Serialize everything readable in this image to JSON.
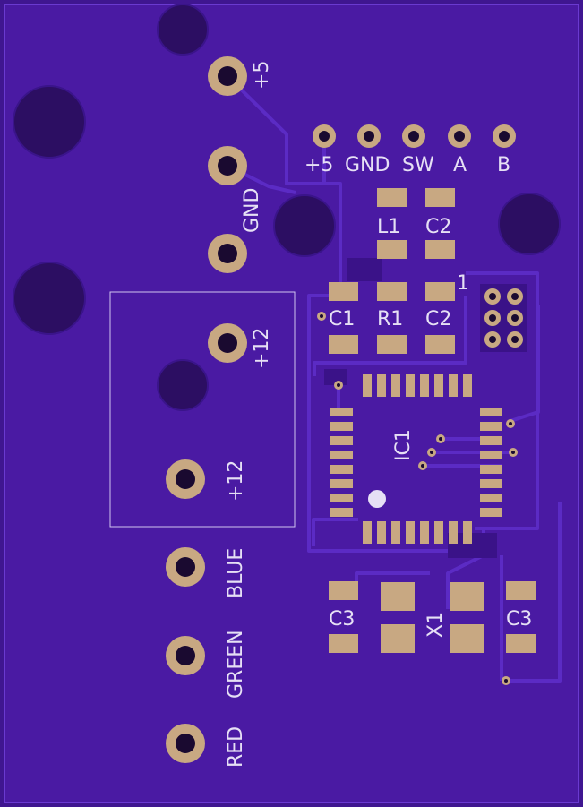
{
  "colors": {
    "board_bg": "#3f1690",
    "board_fill": "#4b1aa6",
    "trace": "#5a27c2",
    "trace_dark": "#3a1288",
    "pad": "#c8a882",
    "pad_hole": "#1a0a30",
    "mount_hole": "#2a0d5a",
    "silk": "#e6e0f5",
    "outline": "#b9a8e0"
  },
  "labels": {
    "pwr_5v": "+5",
    "gnd": "GND",
    "pwr_12v_top": "+12",
    "pwr_12v_bottom": "+12",
    "blue": "BLUE",
    "green": "GREEN",
    "red": "RED",
    "hdr_5v": "+5",
    "hdr_gnd": "GND",
    "hdr_sw": "SW",
    "hdr_a": "A",
    "hdr_b": "B",
    "l1": "L1",
    "c2_top": "C2",
    "c1": "C1",
    "r1": "R1",
    "c2_mid": "C2",
    "pin1": "1",
    "ic1": "IC1",
    "x1": "X1",
    "c3_left": "C3",
    "c3_right": "C3"
  }
}
